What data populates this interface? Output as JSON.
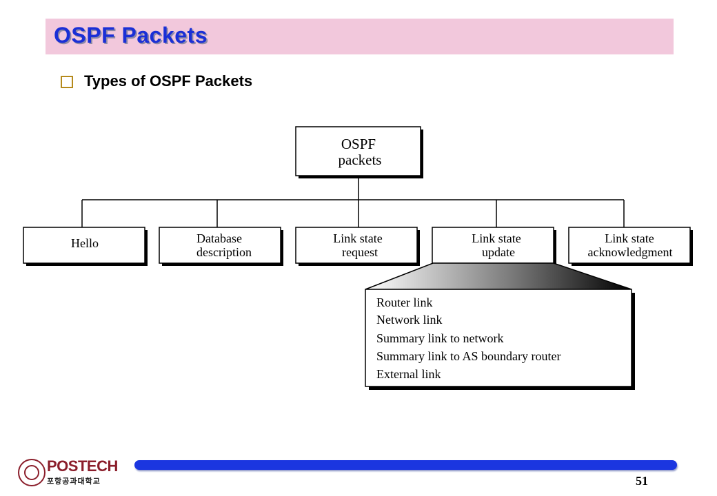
{
  "slide": {
    "title": "OSPF Packets",
    "bullet": "Types of OSPF Packets",
    "page_number": "51"
  },
  "diagram": {
    "root": {
      "line1": "OSPF",
      "line2": "packets"
    },
    "children": [
      {
        "line1": "Hello",
        "line2": ""
      },
      {
        "line1": "Database",
        "line2": "description"
      },
      {
        "line1": "Link state",
        "line2": "request"
      },
      {
        "line1": "Link state",
        "line2": "update"
      },
      {
        "line1": "Link state",
        "line2": "acknowledgment"
      }
    ],
    "update_detail": [
      "Router link",
      "Network link",
      "Summary link to network",
      "Summary link to AS boundary router",
      "External link"
    ]
  },
  "footer": {
    "logo_text": "POSTECH",
    "logo_subtext": "포항공과대학교",
    "logo_seal_text": "",
    "bar_color": "#1b36e0"
  },
  "colors": {
    "title_text": "#1a2fd6",
    "title_background": "#f2c8dc",
    "bullet_box": "#b58a1c",
    "logo": "#8b1e2b"
  }
}
